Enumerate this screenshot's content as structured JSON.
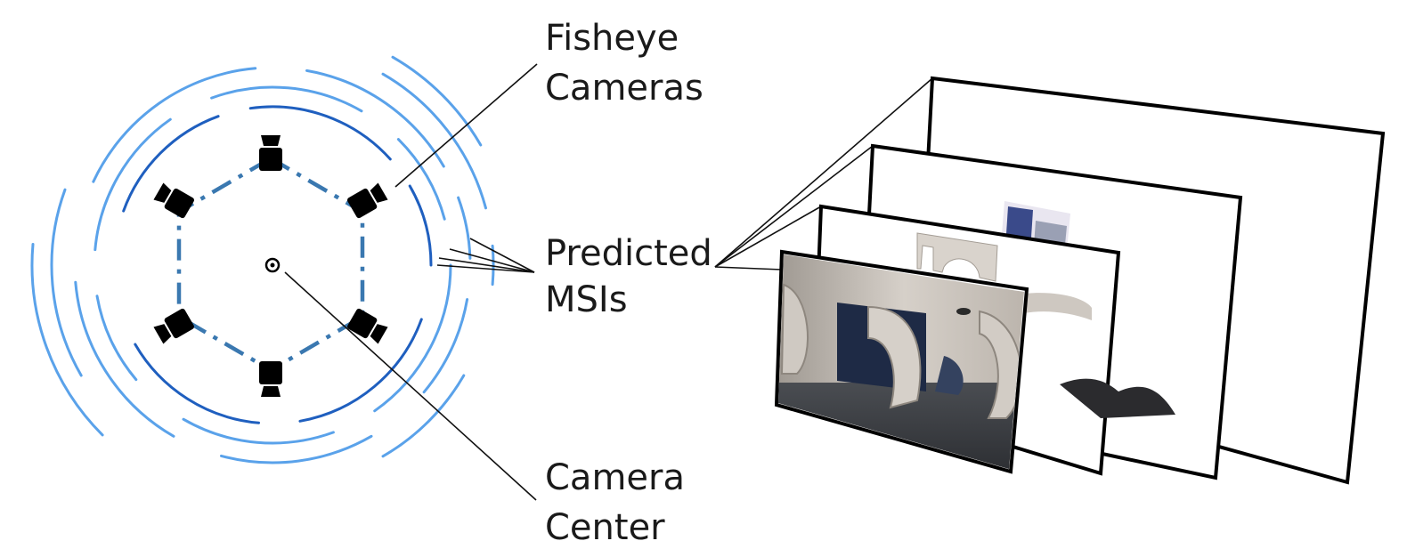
{
  "labels": {
    "fisheye_line1": "Fisheye",
    "fisheye_line2": "Cameras",
    "msi_line1": "Predicted",
    "msi_line2": "MSIs",
    "center_line1": "Camera",
    "center_line2": "Center"
  },
  "colors": {
    "ring_light": "#5aa2ea",
    "ring_dark": "#1f5fbf",
    "hexagon": "#3a78b0",
    "camera": "#000000",
    "room_wall": "#cfc9c2",
    "room_door": "#1e2a45",
    "room_floor": "#3b3e44"
  },
  "camera_count": 6,
  "icons": [
    "camera-icon",
    "camera-center-icon"
  ]
}
